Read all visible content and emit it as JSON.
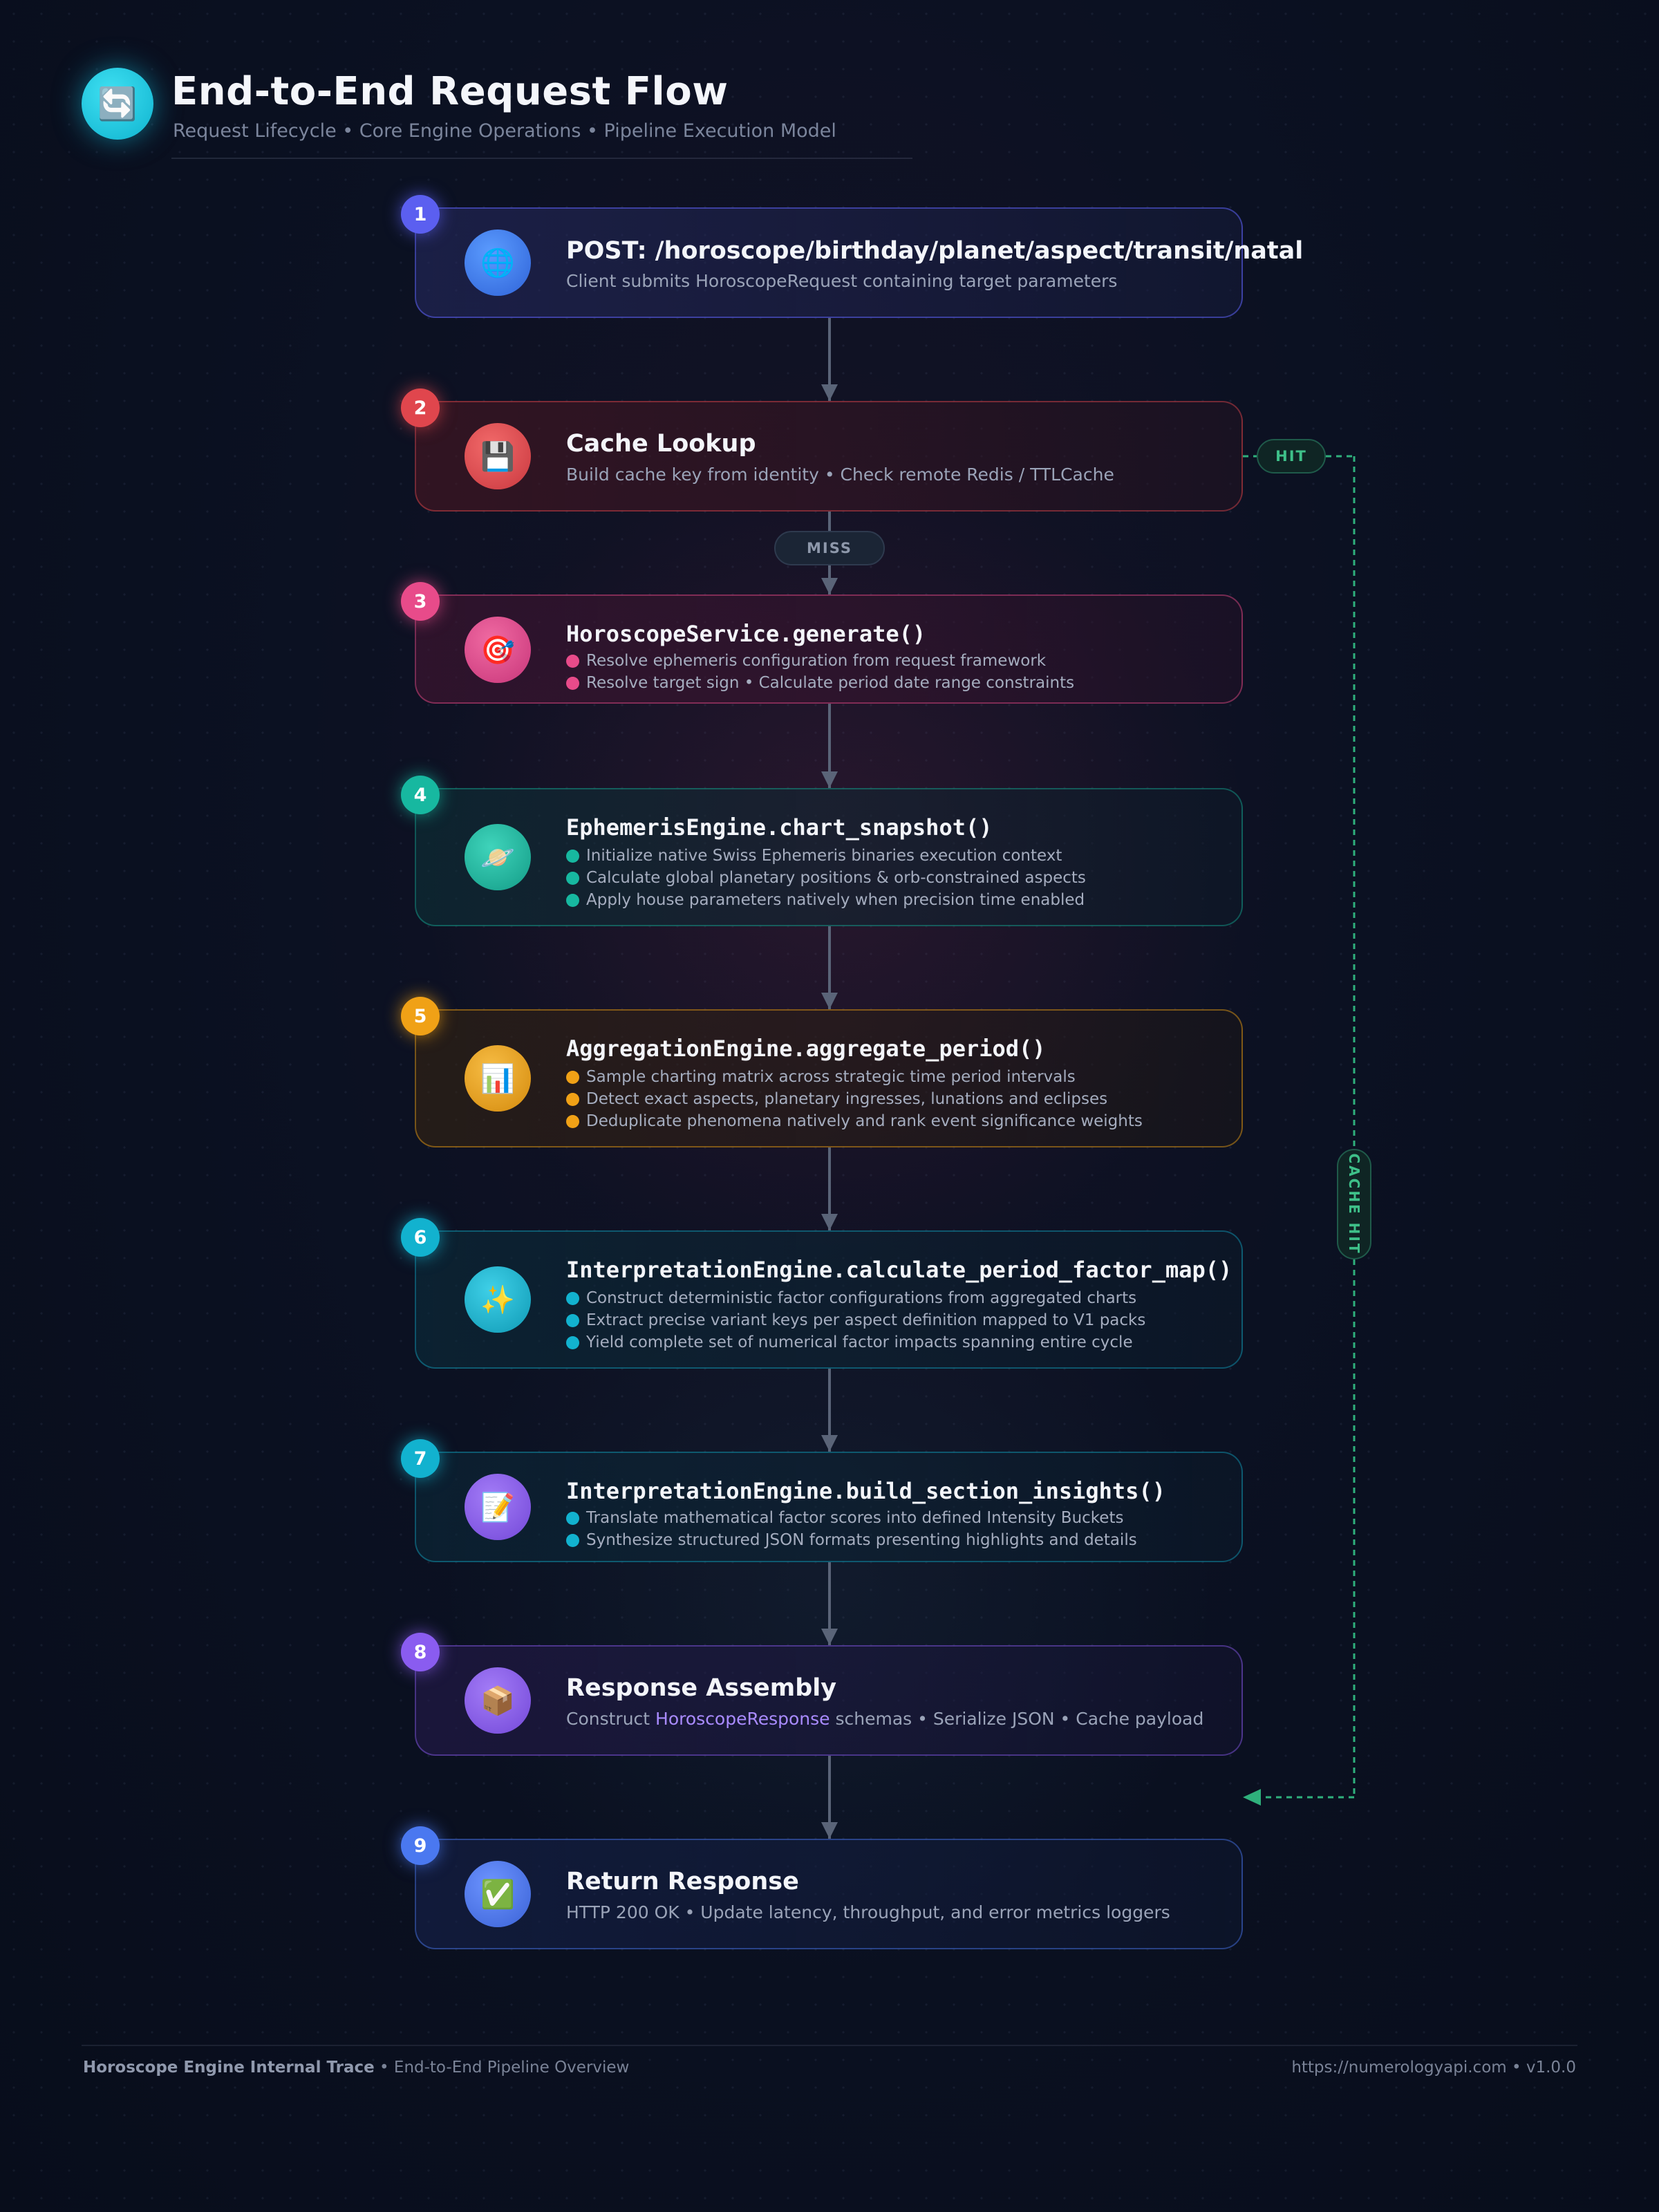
{
  "header": {
    "logo_icon": "refresh-arrows-icon",
    "logo_glyph": "🔄",
    "title": "End-to-End Request Flow",
    "subtitle": "Request Lifecycle • Core Engine Operations • Pipeline Execution Model"
  },
  "steps": [
    {
      "number": "1",
      "icon": "globe-icon",
      "glyph": "🌐",
      "title": "POST: /horoscope/birthday/planet/aspect/transit/natal",
      "description": "Client submits HoroscopeRequest containing target parameters",
      "color": "#5b5ff0"
    },
    {
      "number": "2",
      "icon": "floppy-disk-icon",
      "glyph": "💾",
      "title": "Cache Lookup",
      "description": "Build cache key from identity • Check remote Redis / TTLCache",
      "color": "#e0464d"
    },
    {
      "number": "3",
      "icon": "target-icon",
      "glyph": "🎯",
      "title": "HoroscopeService.generate()",
      "bullets": [
        "Resolve ephemeris configuration from request framework",
        "Resolve target sign • Calculate period date range constraints"
      ],
      "color": "#e84b8a"
    },
    {
      "number": "4",
      "icon": "ringed-planet-icon",
      "glyph": "🪐",
      "title": "EphemerisEngine.chart_snapshot()",
      "bullets": [
        "Initialize native Swiss Ephemeris binaries execution context",
        "Calculate global planetary positions & orb-constrained aspects",
        "Apply house parameters natively when precision time enabled"
      ],
      "color": "#17b8a0"
    },
    {
      "number": "5",
      "icon": "bar-chart-icon",
      "glyph": "📊",
      "title": "AggregationEngine.aggregate_period()",
      "bullets": [
        "Sample charting matrix across strategic time period intervals",
        "Detect exact aspects, planetary ingresses, lunations and eclipses",
        "Deduplicate phenomena natively and rank event significance weights"
      ],
      "color": "#f0a116"
    },
    {
      "number": "6",
      "icon": "sparkles-icon",
      "glyph": "✨",
      "title": "InterpretationEngine.calculate_period_factor_map()",
      "bullets": [
        "Construct deterministic factor configurations from aggregated charts",
        "Extract precise variant keys per aspect definition mapped to V1 packs",
        "Yield complete set of numerical factor impacts spanning entire cycle"
      ],
      "color": "#12b2cf"
    },
    {
      "number": "7",
      "icon": "memo-icon",
      "glyph": "📝",
      "title": "InterpretationEngine.build_section_insights()",
      "bullets": [
        "Translate mathematical factor scores into defined Intensity Buckets",
        "Synthesize structured JSON formats presenting highlights and details"
      ],
      "color": "#12b2cf",
      "icon_color": "#8a5cf0"
    },
    {
      "number": "8",
      "icon": "package-icon",
      "glyph": "📦",
      "title": "Response Assembly",
      "description_parts": [
        "Construct ",
        "HoroscopeResponse",
        " schemas • Serialize JSON • Cache payload"
      ],
      "color": "#8a5cf0"
    },
    {
      "number": "9",
      "icon": "check-mark-icon",
      "glyph": "✅",
      "title": "Return Response",
      "description": "HTTP 200 OK • Update latency, throughput, and error metrics loggers",
      "color": "#4a78f0"
    }
  ],
  "connectors": {
    "miss_label": "MISS",
    "hit_label": "HIT",
    "cache_hit_label": "CACHE HIT",
    "hit_color": "#2fb07c"
  },
  "footer": {
    "left_bold": "Horoscope Engine Internal Trace",
    "left_rest": " • End-to-End Pipeline Overview",
    "right": "https://numerologyapi.com • v1.0.0"
  }
}
